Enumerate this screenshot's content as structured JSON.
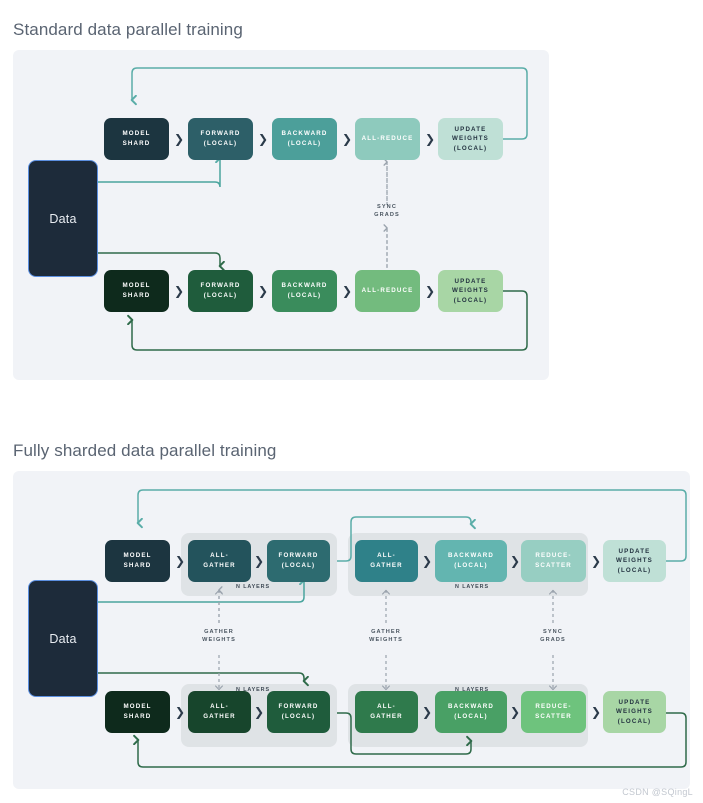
{
  "sections": [
    {
      "id": "standard",
      "title": "Standard data parallel training",
      "data_box_label": "Data",
      "rows": [
        {
          "nodes": [
            {
              "label": "MODEL\nSHARD",
              "color": "#1c3540"
            },
            {
              "label": "FORWARD\n(LOCAL)",
              "color": "#2d5f68"
            },
            {
              "label": "BACKWARD\n(LOCAL)",
              "color": "#4c9f9a"
            },
            {
              "label": "ALL-REDUCE",
              "color": "#8ecabd"
            },
            {
              "label": "UPDATE\nWEIGHTS\n(LOCAL)",
              "color": "#bfe0d6"
            }
          ]
        },
        {
          "nodes": [
            {
              "label": "MODEL\nSHARD",
              "color": "#0e2a1c"
            },
            {
              "label": "FORWARD\n(LOCAL)",
              "color": "#1f5c3c"
            },
            {
              "label": "BACKWARD\n(LOCAL)",
              "color": "#3a8c5c"
            },
            {
              "label": "ALL-REDUCE",
              "color": "#73bb7e"
            },
            {
              "label": "UPDATE\nWEIGHTS\n(LOCAL)",
              "color": "#a8d6a5"
            }
          ]
        }
      ],
      "sync_labels": [
        {
          "text": "SYNC\nGRADS"
        }
      ]
    },
    {
      "id": "fsdp",
      "title": "Fully sharded data parallel training",
      "data_box_label": "Data",
      "rows": [
        {
          "nodes": [
            {
              "label": "MODEL\nSHARD",
              "color": "#1c3540"
            },
            {
              "label": "ALL-\nGATHER",
              "color": "#23535c"
            },
            {
              "label": "FORWARD\n(LOCAL)",
              "color": "#2d6b70"
            },
            {
              "label": "ALL-\nGATHER",
              "color": "#2f8189"
            },
            {
              "label": "BACKWARD\n(LOCAL)",
              "color": "#63b5b0"
            },
            {
              "label": "REDUCE-\nSCATTER",
              "color": "#97cec2"
            },
            {
              "label": "UPDATE\nWEIGHTS\n(LOCAL)",
              "color": "#bfe0d6"
            }
          ]
        },
        {
          "nodes": [
            {
              "label": "MODEL\nSHARD",
              "color": "#0e2a1c"
            },
            {
              "label": "ALL-\nGATHER",
              "color": "#17452c"
            },
            {
              "label": "FORWARD\n(LOCAL)",
              "color": "#1f5c3c"
            },
            {
              "label": "ALL-\nGATHER",
              "color": "#2f7a4c"
            },
            {
              "label": "BACKWARD\n(LOCAL)",
              "color": "#49a065"
            },
            {
              "label": "REDUCE-\nSCATTER",
              "color": "#6ec37d"
            },
            {
              "label": "UPDATE\nWEIGHTS\n(LOCAL)",
              "color": "#a8d6a5"
            }
          ]
        }
      ],
      "group_label": "N LAYERS",
      "sync_labels": [
        {
          "text": "GATHER\nWEIGHTS"
        },
        {
          "text": "GATHER\nWEIGHTS"
        },
        {
          "text": "SYNC\nGRADS"
        }
      ]
    }
  ],
  "colors": {
    "panel_bg": "#f1f3f7",
    "group_bg": "#dfe3e6",
    "teal_wire": "#5aada8",
    "green_wire": "#2f6b4a",
    "dashed_wire": "#9aa3ad",
    "title_text": "#5a6472",
    "data_box_bg": "#1d2b3a",
    "data_box_border": "#5b8fe0"
  },
  "watermark": "CSDN @SQingL",
  "chevron_glyph": "❯"
}
